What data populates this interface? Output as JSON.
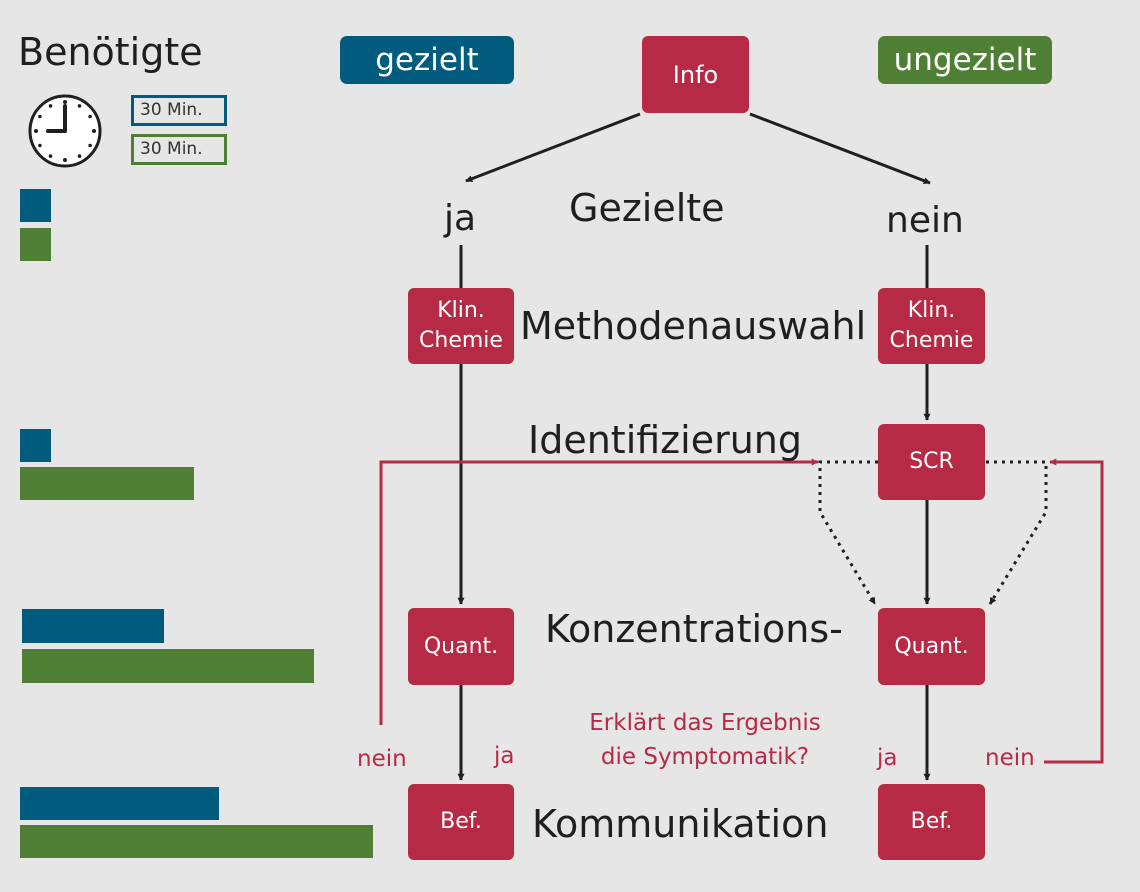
{
  "colors": {
    "targeted": "#005b7f",
    "untargeted": "#4f7f34",
    "node": "#b72a45",
    "background": "#e6e6e6"
  },
  "legend": {
    "title": "Benötigte",
    "clock_icon": "clock-icon",
    "time_targeted": "30 Min.",
    "time_untargeted": "30 Min."
  },
  "tags": {
    "targeted": "gezielt",
    "untargeted": "ungezielt"
  },
  "nodes": {
    "info": "Info",
    "chem_left_line1": "Klin.",
    "chem_left_line2": "Chemie",
    "chem_right_line1": "Klin.",
    "chem_right_line2": "Chemie",
    "scr": "SCR",
    "quant_left": "Quant.",
    "quant_right": "Quant.",
    "bef_left": "Bef.",
    "bef_right": "Bef."
  },
  "branches": {
    "yes": "ja",
    "no": "nein",
    "question_center": "Gezielte"
  },
  "stages": {
    "method": "Methodenauswahl",
    "identification": "Identifizierung",
    "concentration": "Konzentrations-",
    "communication": "Kommunikation"
  },
  "feedback": {
    "question_line1": "Erklärt das Ergebnis",
    "question_line2": "die Symptomatik?",
    "yes_left": "ja",
    "no_left": "nein",
    "yes_right": "ja",
    "no_right": "nein"
  },
  "time_bars": {
    "unit": "relative length",
    "rows": [
      {
        "stage": "Methodenauswahl",
        "targeted": 0.09,
        "untargeted": 0.09
      },
      {
        "stage": "Identifizierung",
        "targeted": 0.09,
        "untargeted": 0.49
      },
      {
        "stage": "Konzentrations-",
        "targeted": 0.4,
        "untargeted": 0.82
      },
      {
        "stage": "Kommunikation",
        "targeted": 0.56,
        "untargeted": 1.0
      }
    ]
  }
}
